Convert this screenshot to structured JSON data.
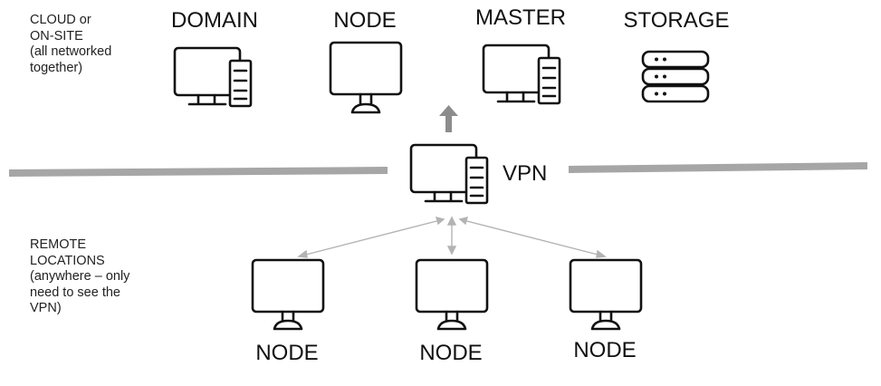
{
  "captions": {
    "cloud": "CLOUD or\nON-SITE\n(all networked\ntogether)",
    "remote": "REMOTE\nLOCATIONS\n(anywhere – only\nneed to see the\nVPN)"
  },
  "top_nodes": [
    {
      "label": "DOMAIN",
      "icon": "desktop-tower-icon"
    },
    {
      "label": "NODE",
      "icon": "monitor-icon"
    },
    {
      "label": "MASTER",
      "icon": "desktop-tower-icon"
    },
    {
      "label": "STORAGE",
      "icon": "server-storage-icon"
    }
  ],
  "vpn": {
    "label": "VPN",
    "icon": "desktop-tower-icon"
  },
  "remote_nodes": [
    {
      "label": "NODE",
      "icon": "monitor-icon"
    },
    {
      "label": "NODE",
      "icon": "monitor-icon"
    },
    {
      "label": "NODE",
      "icon": "monitor-icon"
    }
  ],
  "colors": {
    "divider": "#a6a6a6",
    "arrow_up": "#8c8c8c",
    "connector": "#b3b3b3",
    "icon_stroke": "#111111"
  }
}
